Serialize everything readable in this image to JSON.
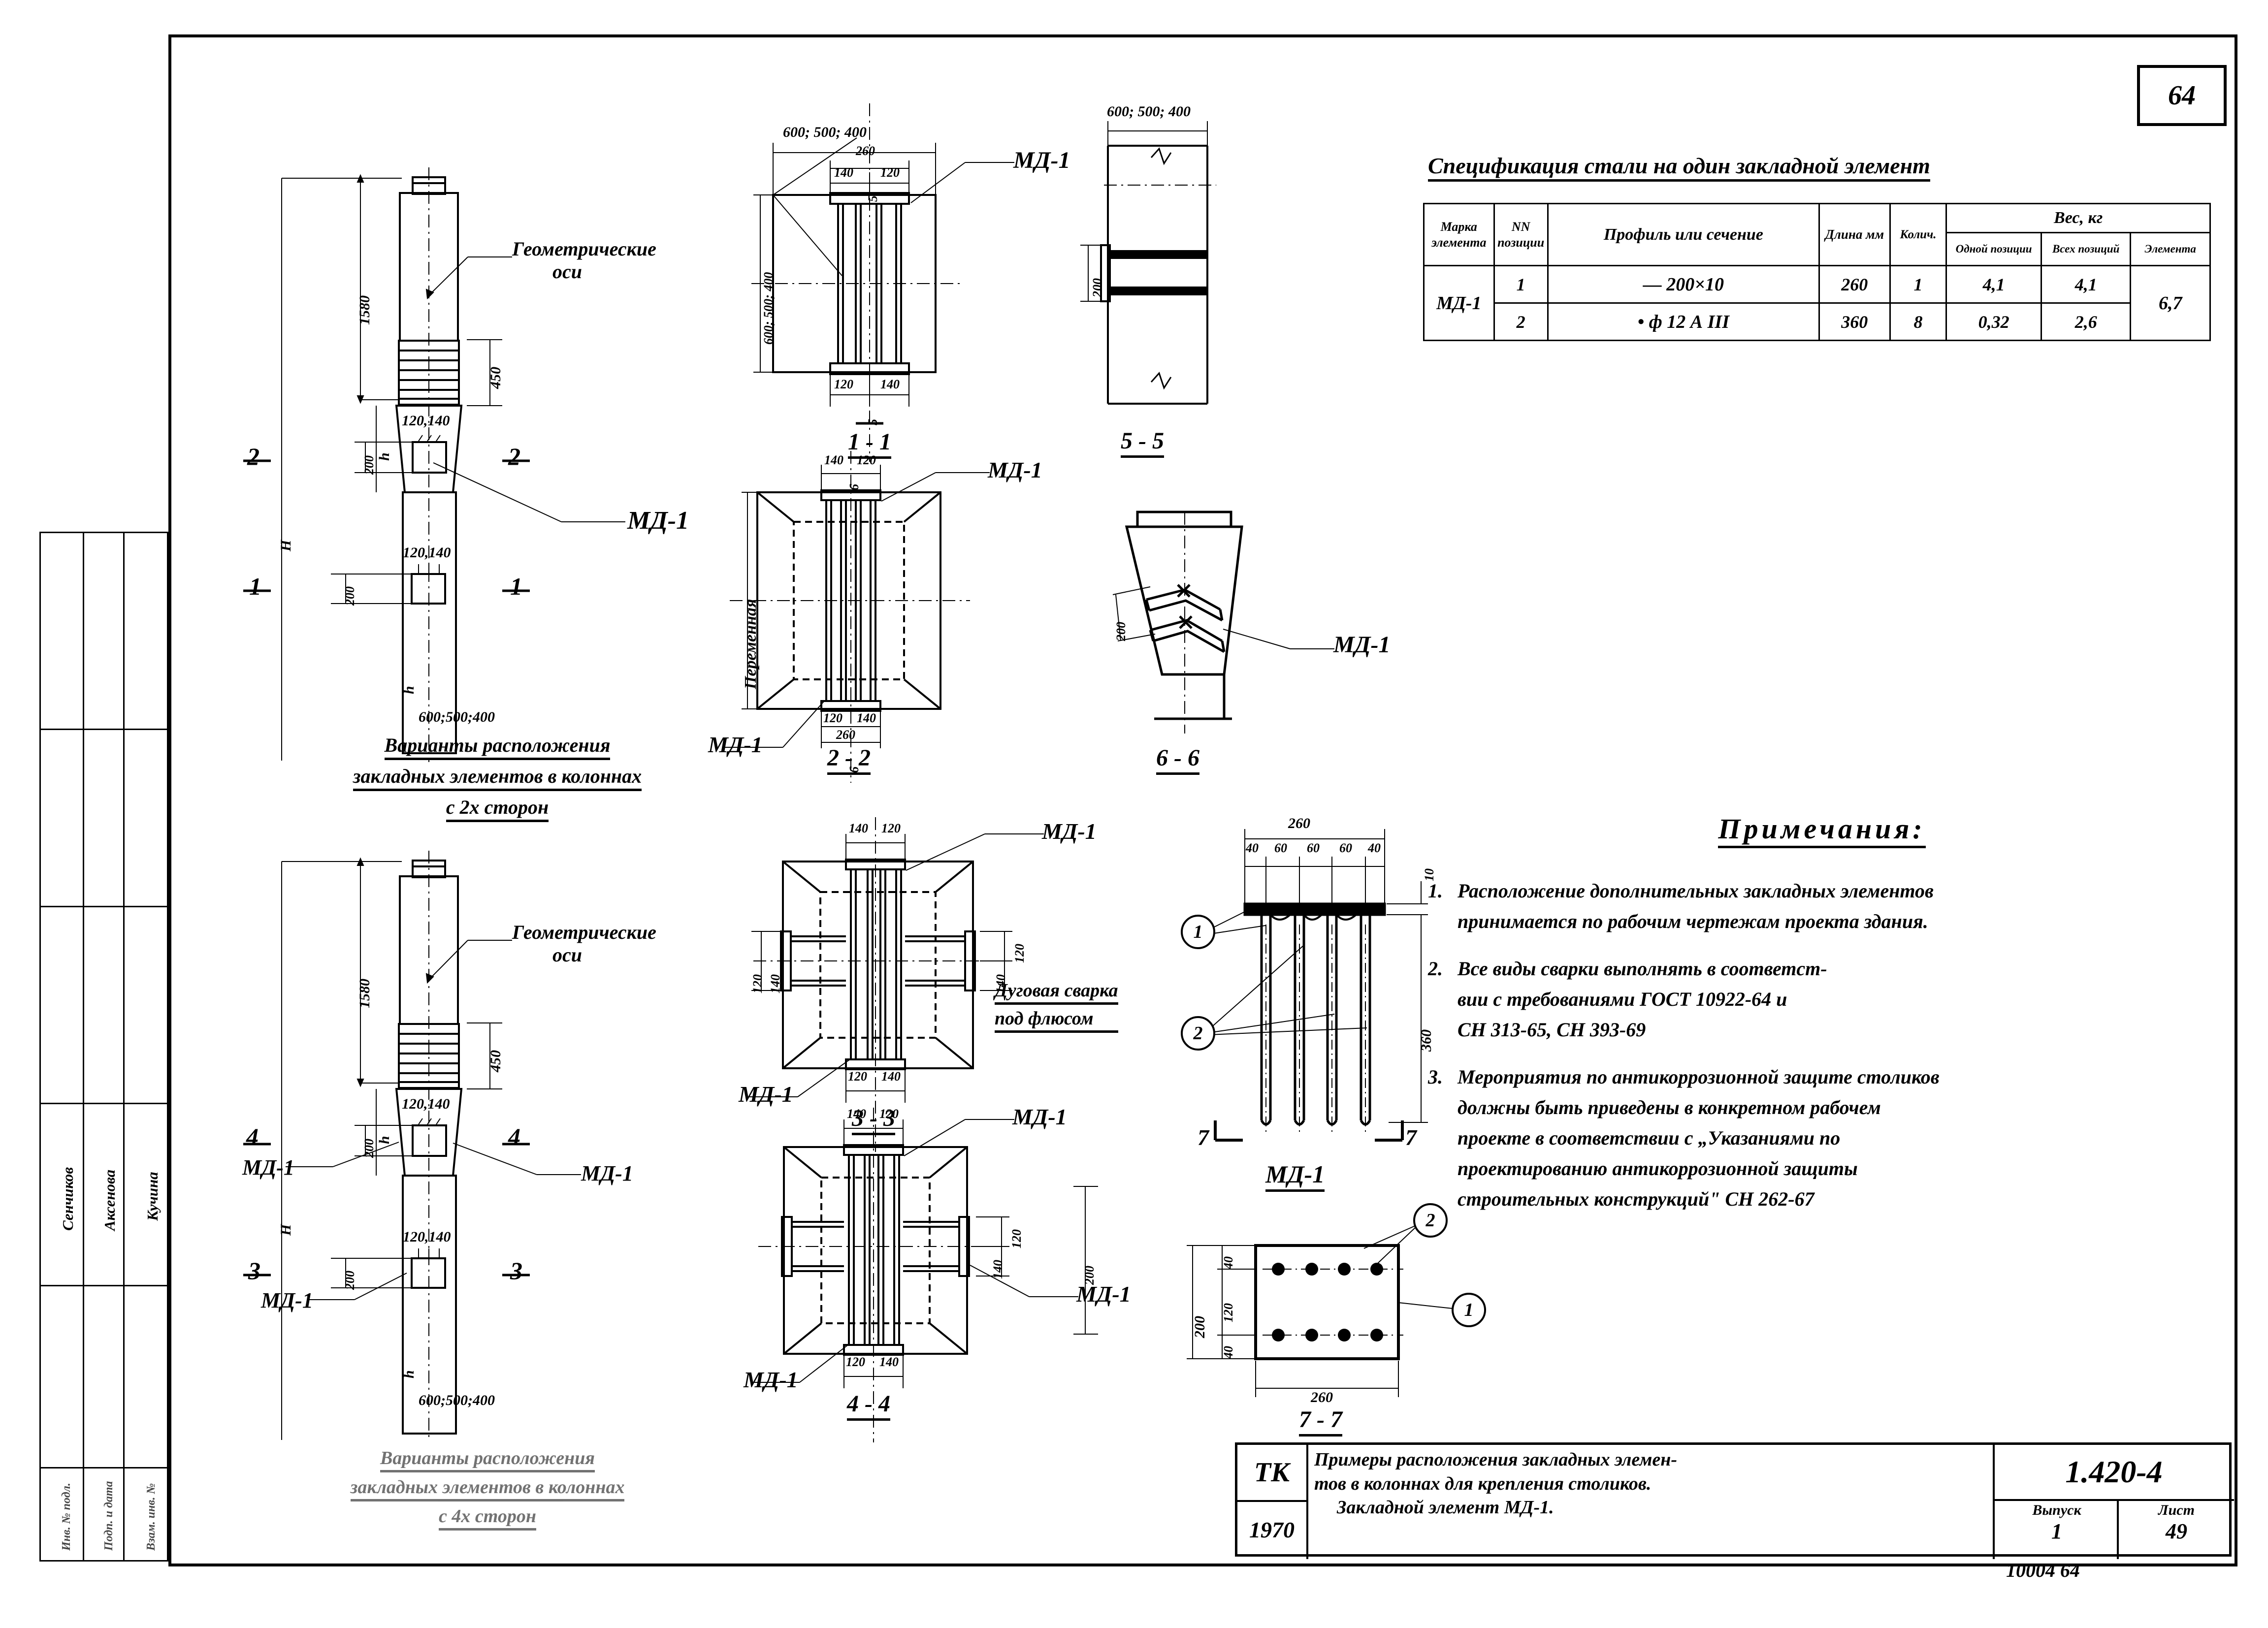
{
  "sheet": {
    "page_number": "64",
    "bottom_code": "10004  64"
  },
  "spec": {
    "title": "Спецификация стали на один закладной элемент",
    "headers": {
      "mark": "Марка элемента",
      "pos": "NN позиции",
      "profile": "Профиль или сечение",
      "length": "Длина мм",
      "qty": "Колич.",
      "weight_group": "Вес, кг",
      "w_one": "Одной позиции",
      "w_all": "Всех позиций",
      "w_elem": "Элемента"
    },
    "rows": [
      {
        "mark": "МД-1",
        "pos": "1",
        "profile": "— 200×10",
        "length": "260",
        "qty": "1",
        "w_one": "4,1",
        "w_all": "4,1",
        "w_elem": "6,7"
      },
      {
        "mark": "",
        "pos": "2",
        "profile": "• ф 12 А III",
        "length": "360",
        "qty": "8",
        "w_one": "0,32",
        "w_all": "2,6",
        "w_elem": ""
      }
    ]
  },
  "notes": {
    "title": "Примечания:",
    "items": [
      {
        "num": "1.",
        "lines": [
          "Расположение дополнительных закладных элементов",
          "принимается по рабочим чертежам проекта здания."
        ]
      },
      {
        "num": "2.",
        "lines": [
          "Все виды сварки выполнять в соответст-",
          "вии с требованиями ГОСТ 10922-64  и",
          "СН 313-65, СН 393-69"
        ]
      },
      {
        "num": "3.",
        "lines": [
          "Мероприятия по антикоррозионной защите столиков",
          "должны быть приведены в конкретном рабочем",
          "проекте в соответствии с „Указаниями по",
          "проектированию антикоррозионной защиты",
          "строительных конструкций\" СН 262-67"
        ]
      }
    ]
  },
  "titleblock": {
    "org": "ТК",
    "year": "1970",
    "title_line1": "Примеры расположения закладных элемен-",
    "title_line2": "тов в колоннах для крепления столиков.",
    "title_line3": "Закладной элемент МД-1.",
    "code": "1.420-4",
    "issue_label": "Выпуск",
    "issue_value": "1",
    "sheet_label": "Лист",
    "sheet_value": "49"
  },
  "margin": {
    "names": [
      "Сенчиков",
      "Аксенова",
      "Кучина"
    ],
    "meta": [
      "Инв. № подл.",
      "Подп. и дата",
      "Взам. инв. №"
    ]
  },
  "views": {
    "col2_caption": [
      "Варианты расположения",
      "закладных элементов в колоннах",
      "с 2х сторон"
    ],
    "col4_caption": [
      "Варианты расположения",
      "закладных элементов в колоннах",
      "с 4х сторон"
    ],
    "geom_axes": [
      "Геометрические",
      "оси"
    ],
    "variable": "Переменная",
    "weld": [
      "Дуговая сварка",
      "под флюсом"
    ],
    "md1": "МД-1",
    "sections": {
      "s11": "1 - 1",
      "s22": "2 - 2",
      "s33": "3 - 3",
      "s44": "4 - 4",
      "s55": "5 - 5",
      "s66": "6 - 6",
      "s77": "7 - 7"
    },
    "md1_title": "МД-1",
    "marks": {
      "m1": "1",
      "m2": "2",
      "m3": "3",
      "m4": "4",
      "m5": "5",
      "m6": "6",
      "m7": "7"
    },
    "bubbles": {
      "b1": "1",
      "b2": "2"
    }
  },
  "dims": {
    "h1580": "1580",
    "h450": "450",
    "h200": "200",
    "hH": "H",
    "hh": "h",
    "d120_140": "120,140",
    "d120": "120",
    "d140": "140",
    "d260": "260",
    "d200": "200",
    "d360": "360",
    "d10": "10",
    "d40": "40",
    "d60": "60",
    "col_w": "600; 500; 400",
    "col_w2": "600; 500; 400",
    "plate_600": "600;500;400"
  }
}
